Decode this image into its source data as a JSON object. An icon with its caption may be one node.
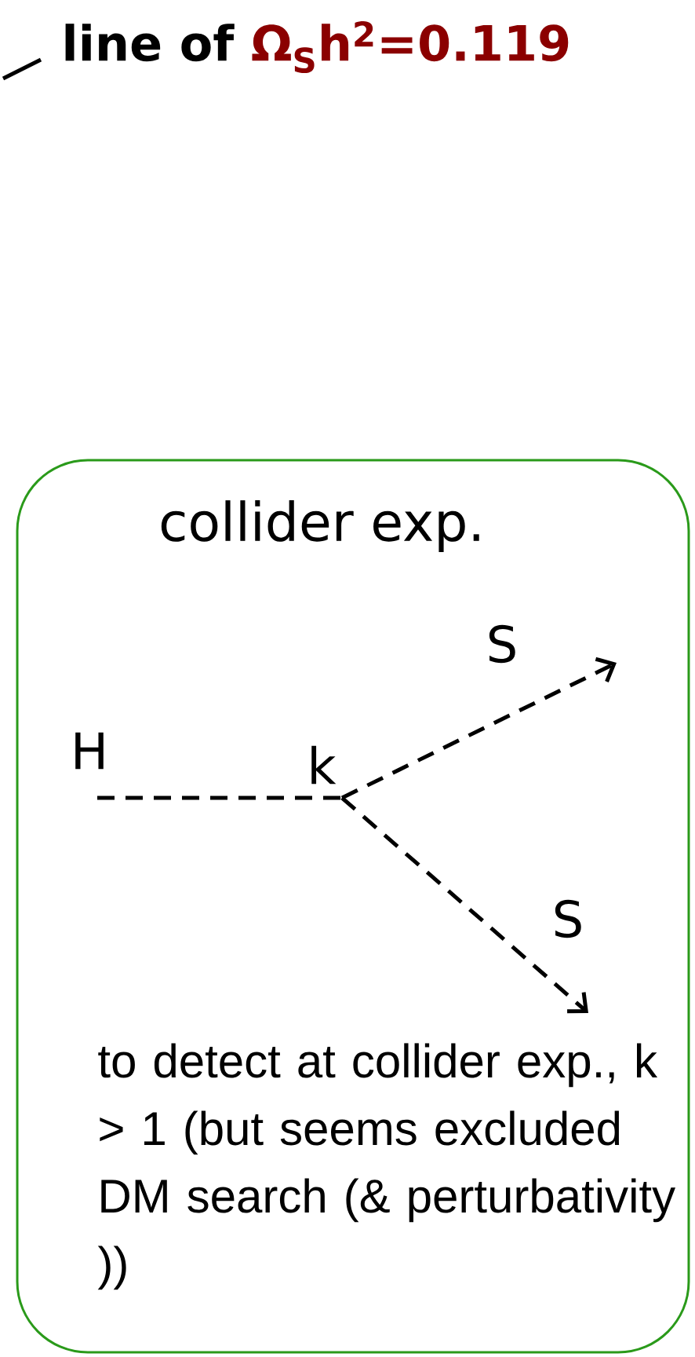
{
  "diagram": {
    "nodes": [
      {
        "text": [
          "line of",
          "Ω$_{S}$h$^{2}$=0.119"
        ]
      },
      {
        "text": [
          "collider exp.",
          "to detect at collider exp., k > 1 (but seems excluded DM search (& perturbativity ))"
        ]
      },
      {
        "text": [
          "H"
        ],
        "in": 1
      },
      {
        "text": [
          "k"
        ],
        "in": 1
      },
      {
        "text": [
          "S"
        ],
        "in": 1
      },
      {
        "text": [
          "S"
        ],
        "in": 1
      }
    ],
    "edges": [
      {
        "from": 0,
        "to": null,
        "arrow": "none"
      },
      {
        "from": 2,
        "to": 3,
        "arrow": "none",
        "style": "dashed"
      },
      {
        "from": 3,
        "to": 4,
        "arrow": "to",
        "style": "dashed"
      },
      {
        "from": 3,
        "to": 5,
        "arrow": "to",
        "style": "dashed"
      }
    ]
  }
}
